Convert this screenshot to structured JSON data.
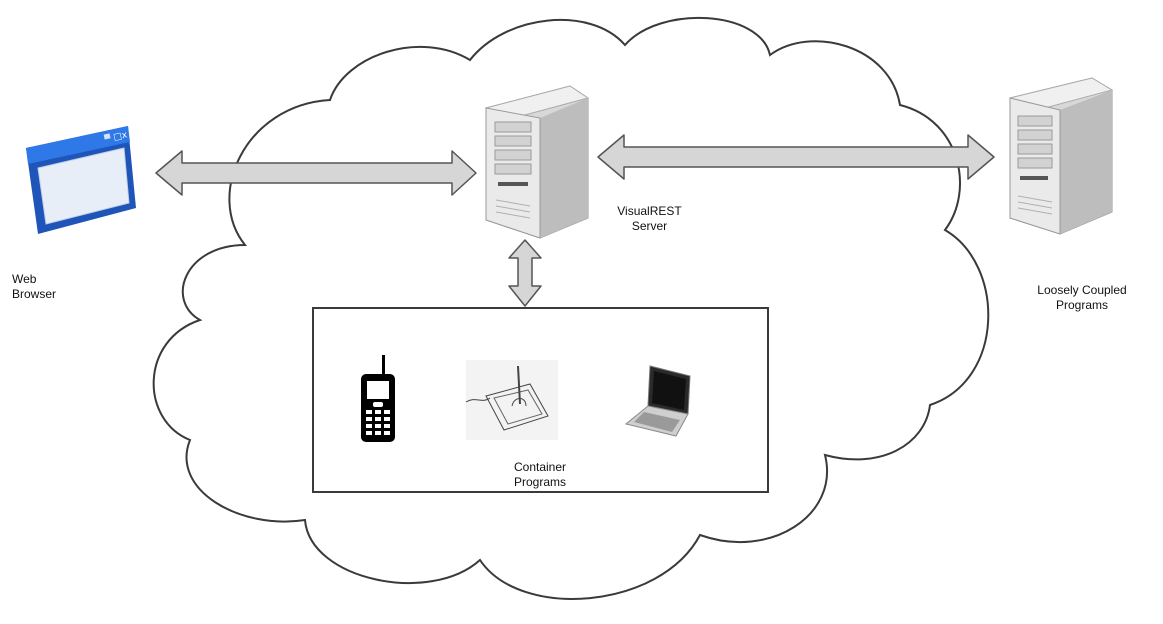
{
  "labels": {
    "web_browser": "Web\nBrowser",
    "visualrest_server": "VisualREST\nServer",
    "loosely_coupled": "Loosely Coupled\nPrograms",
    "container_programs": "Container\nPrograms"
  },
  "colors": {
    "cloud_stroke": "#3a3a3a",
    "arrow_fill": "#d6d6d6",
    "arrow_stroke": "#555555",
    "browser_blue": "#2a6bd6",
    "server_body": "#e4e4e4"
  },
  "icons": [
    "browser-window-icon",
    "server-tower-icon",
    "mobile-phone-icon",
    "tablet-stylus-icon",
    "laptop-icon"
  ]
}
